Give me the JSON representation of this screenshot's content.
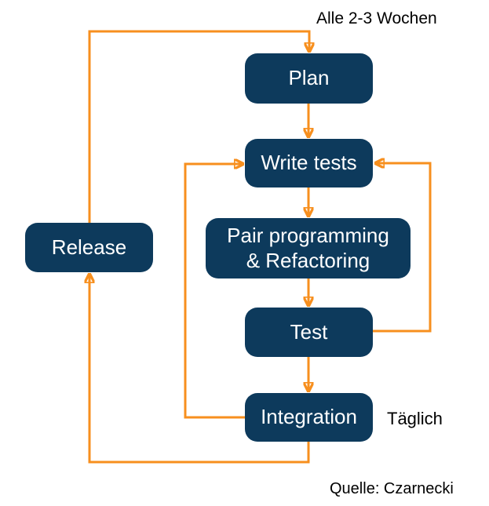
{
  "colors": {
    "node_fill": "#0d3a5c",
    "node_text": "#ffffff",
    "arrow": "#f78f1e",
    "label_text": "#000000",
    "page_bg": "#ffffff"
  },
  "nodes": {
    "plan": "Plan",
    "write_tests": "Write tests",
    "pair": "Pair programming\n& Refactoring",
    "test": "Test",
    "integration": "Integration",
    "release": "Release"
  },
  "labels": {
    "cycle": "Alle 2-3 Wochen",
    "daily": "Täglich",
    "source": "Quelle: Czarnecki"
  },
  "edges": [
    {
      "from": "Plan",
      "to": "Write tests"
    },
    {
      "from": "Write tests",
      "to": "Pair programming & Refactoring"
    },
    {
      "from": "Pair programming & Refactoring",
      "to": "Test"
    },
    {
      "from": "Test",
      "to": "Write tests"
    },
    {
      "from": "Test",
      "to": "Integration"
    },
    {
      "from": "Integration",
      "to": "Write tests"
    },
    {
      "from": "Integration",
      "to": "Release"
    },
    {
      "from": "Release",
      "to": "Plan"
    }
  ]
}
